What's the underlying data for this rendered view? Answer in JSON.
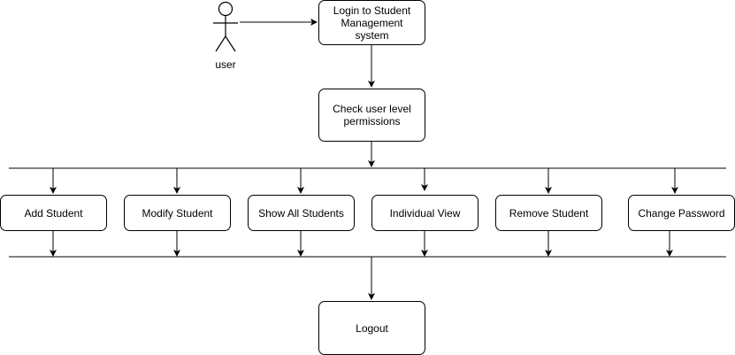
{
  "actor": {
    "label": "user"
  },
  "nodes": {
    "login": "Login to Student\nManagement system",
    "check": "Check user level\npermissions",
    "add": "Add Student",
    "modify": "Modify Student",
    "show_all": "Show All Students",
    "individual": "Individual View",
    "remove": "Remove Student",
    "change_password": "Change Password",
    "logout": "Logout"
  },
  "colors": {
    "stroke": "#000000",
    "fill": "#ffffff"
  }
}
